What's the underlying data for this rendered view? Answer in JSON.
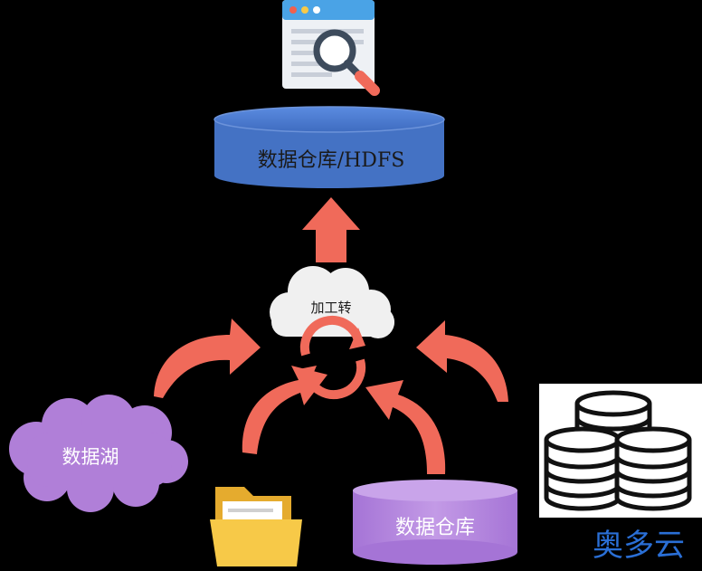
{
  "diagram": {
    "warehouse_top_label": "数据仓库/HDFS",
    "process_label": "加工转",
    "data_lake_label": "数据湖",
    "warehouse_bottom_label": "数据仓库",
    "watermark": "奥多云"
  },
  "colors": {
    "background": "#000000",
    "cylinder_blue": "#4472c4",
    "arrow": "#f06a5a",
    "cloud": "#f2f2f2",
    "lake_purple": "#b07fd8",
    "bottom_cylinder": "#b07fd8",
    "folder": "#f7c948",
    "watermark": "#2a6fd6"
  },
  "icons": [
    "search-window-icon",
    "folder-icon",
    "database-stack-icon",
    "refresh-cycle-icon"
  ]
}
